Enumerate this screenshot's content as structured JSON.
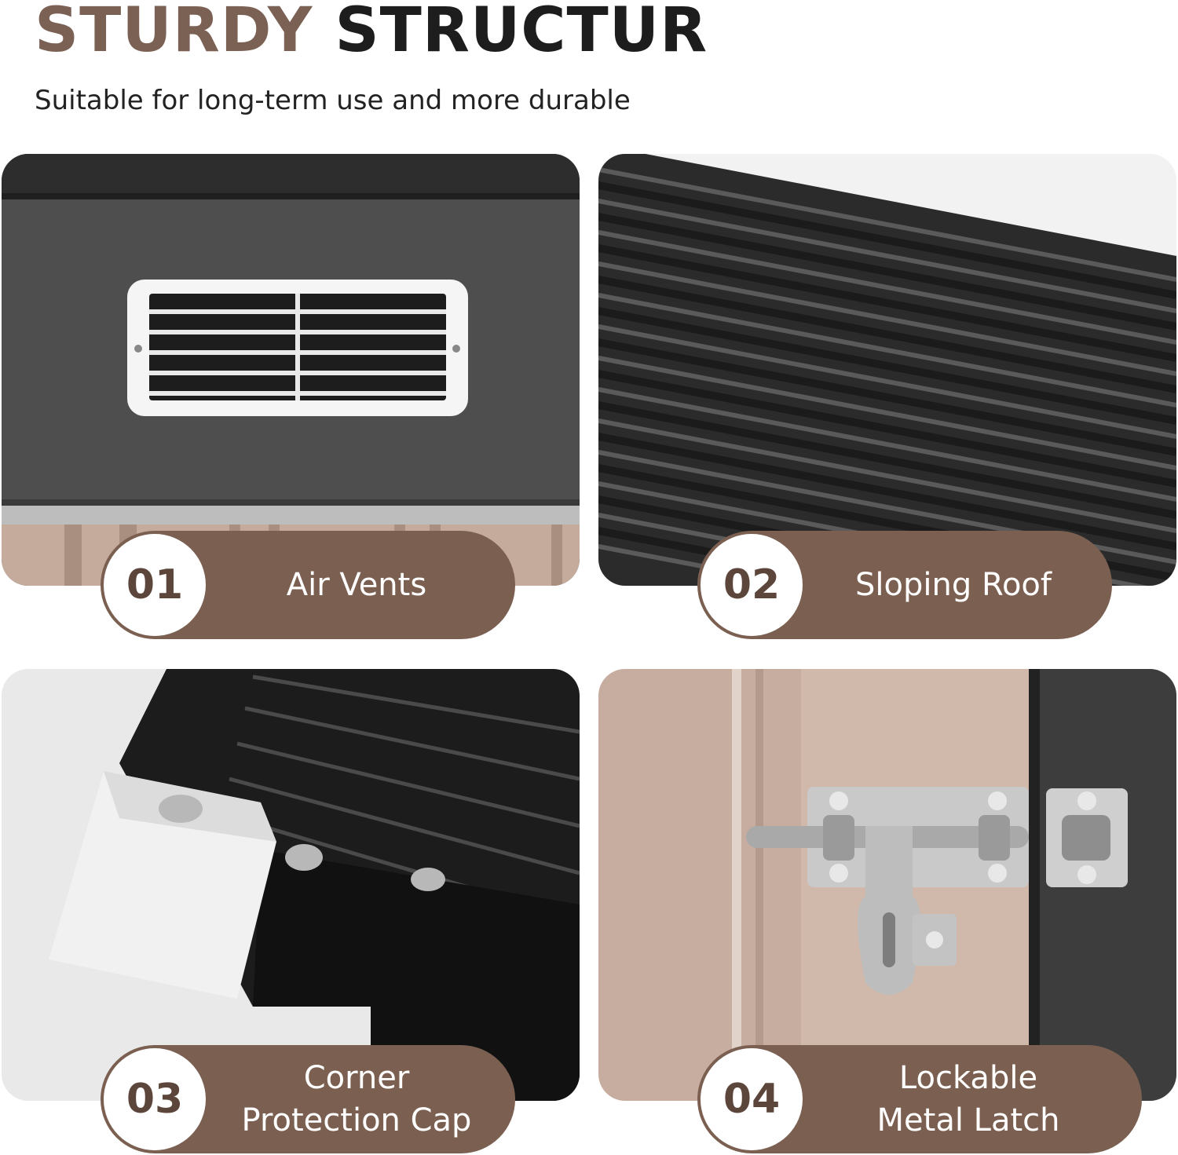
{
  "header": {
    "title_part1": "STURDY",
    "title_part2": "STRUCTUR",
    "subtitle": "Suitable for long-term use and more durable"
  },
  "features": [
    {
      "number": "01",
      "label": "Air Vents",
      "image": "air-vent"
    },
    {
      "number": "02",
      "label": "Sloping Roof",
      "image": "corrugated-roof"
    },
    {
      "number": "03",
      "label_line1": "Corner",
      "label_line2": "Protection Cap",
      "image": "corner-cap"
    },
    {
      "number": "04",
      "label_line1": "Lockable",
      "label_line2": "Metal Latch",
      "image": "barrel-latch"
    }
  ],
  "colors": {
    "accent_brown": "#7b6052",
    "headline_brown": "#7a6154",
    "headline_dark": "#1d1d1d",
    "panel_gray": "#4b4b4b",
    "panel_tan": "#c5ab9d"
  }
}
